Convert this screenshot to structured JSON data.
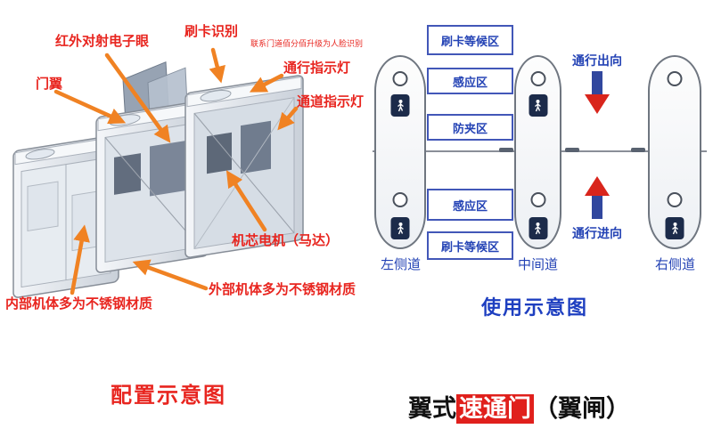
{
  "left_panel": {
    "caption": "配置示意图",
    "labels": {
      "infrared": "红外对射电子眼",
      "card_reader": "刷卡识别",
      "card_reader_note": "联系门道佰分佰升级为人脸识别",
      "wing": "门翼",
      "pass_light": "通行指示灯",
      "lane_light": "通道指示灯",
      "motor": "机芯电机（马达）",
      "outer_body": "外部机体多为不锈钢材质",
      "inner_body": "内部机体多为不锈钢材质"
    }
  },
  "right_panel": {
    "caption": "使用示意图",
    "zones": [
      "刷卡等候区",
      "感应区",
      "防夹区",
      "感应区",
      "刷卡等候区"
    ],
    "direction_out": "通行出向",
    "direction_in": "通行进向",
    "lanes": [
      "左侧道",
      "中间道",
      "右侧道"
    ]
  },
  "title": {
    "prefix": "翼式",
    "highlight": "速通门",
    "suffix": "（翼闸）"
  },
  "colors": {
    "label_red": "#e8251f",
    "arrow_orange": "#f08223",
    "schematic_blue": "#2443b5",
    "title_highlight_bg": "#e0201c"
  }
}
